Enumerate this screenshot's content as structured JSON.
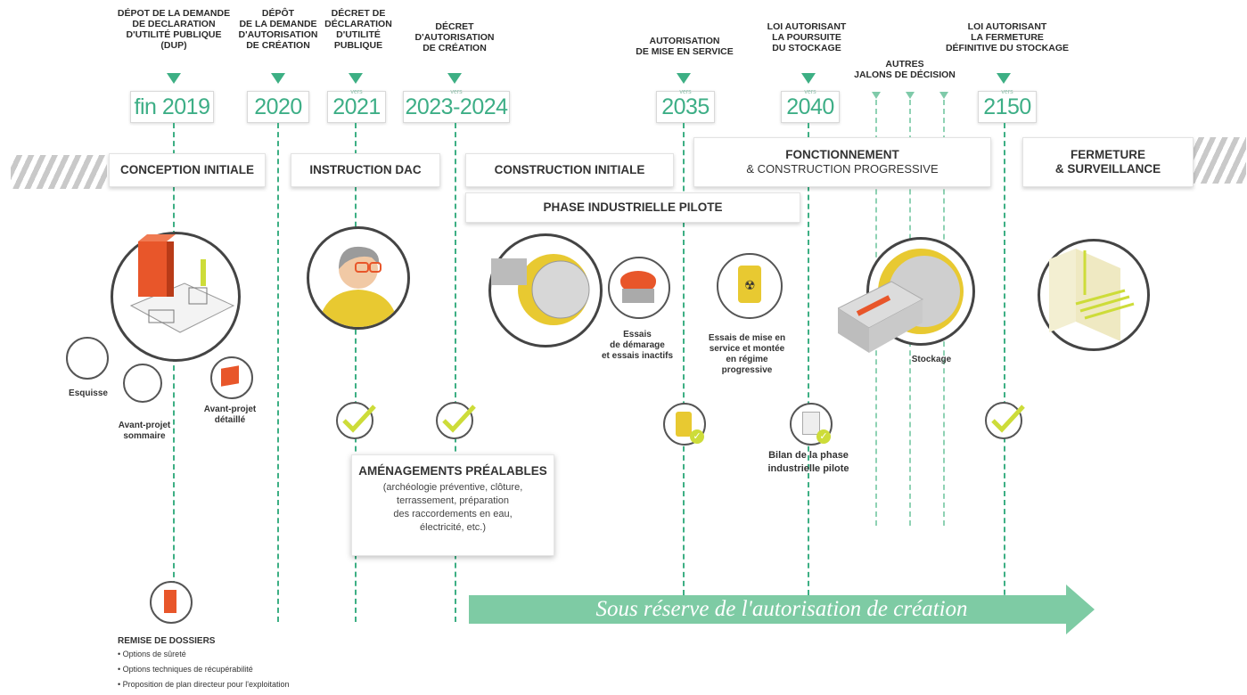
{
  "milestones": [
    {
      "title": "DÉPOT DE LA DEMANDE\nDE DECLARATION\nD'UTILITÉ PUBLIQUE\n(DUP)",
      "year": "fin 2019",
      "vers": ""
    },
    {
      "title": "DÉPÔT\nDE LA DEMANDE\nD'AUTORISATION\nDE CRÉATION",
      "year": "2020",
      "vers": ""
    },
    {
      "title": "DÉCRET DE\nDÉCLARATION\nD'UTILITÉ\nPUBLIQUE",
      "year": "2021",
      "vers": "vers"
    },
    {
      "title": "DÉCRET\nD'AUTORISATION\nDE CRÉATION",
      "year": "2023-2024",
      "vers": "vers"
    },
    {
      "title": "AUTORISATION\nDE MISE EN SERVICE",
      "year": "2035",
      "vers": "vers"
    },
    {
      "title": "LOI AUTORISANT\nLA POURSUITE\nDU STOCKAGE",
      "year": "2040",
      "vers": "vers"
    },
    {
      "title": "AUTRES\nJALONS DE DÉCISION",
      "year": "",
      "vers": ""
    },
    {
      "title": "LOI AUTORISANT\nLA FERMETURE\nDÉFINITIVE DU STOCKAGE",
      "year": "2150",
      "vers": "vers"
    }
  ],
  "phases": {
    "conception": "CONCEPTION INITIALE",
    "instruction": "INSTRUCTION DAC",
    "construction": "CONSTRUCTION INITIALE",
    "pilote": "PHASE INDUSTRIELLE PILOTE",
    "fonctionnement_title": "FONCTIONNEMENT",
    "fonctionnement_sub": "& CONSTRUCTION PROGRESSIVE",
    "fermeture_line1": "FERMETURE",
    "fermeture_line2": "& SURVEILLANCE"
  },
  "labels": {
    "esquisse": "Esquisse",
    "avant_projet_sommaire": "Avant-projet\nsommaire",
    "avant_projet_detaille": "Avant-projet\ndétaillé",
    "essais_demarrage": "Essais\nde démarage\net essais inactifs",
    "essais_mise_en_service": "Essais de mise en\nservice et montée\nen régime\nprogressive",
    "stockage": "Stockage",
    "bilan": "Bilan de la phase\nindustrielle pilote"
  },
  "amenagements": {
    "title": "AMÉNAGEMENTS PRÉALABLES",
    "body": "(archéologie préventive, clôture,\nterrassement, préparation\ndes raccordements en eau,\nélectricité, etc.)"
  },
  "reserve_arrow": "Sous réserve de l'autorisation de création",
  "remise": {
    "title": "REMISE DE DOSSIERS",
    "items": [
      "• Options de sûreté",
      "• Options techniques de récupérabilité",
      "• Proposition de plan directeur pour l'exploitation"
    ]
  },
  "colors": {
    "accent": "#3daf84",
    "accent_light": "#8fd2b4",
    "highlight": "#cddc39",
    "orange": "#e8562a"
  }
}
